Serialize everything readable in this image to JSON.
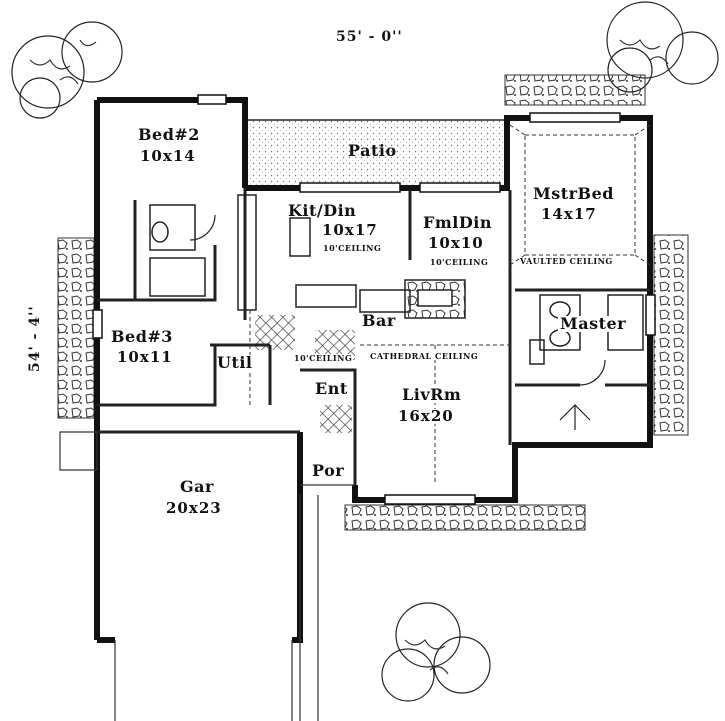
{
  "dimensions": {
    "width_label": "55' - 0''",
    "depth_label": "54' - 4''"
  },
  "rooms": {
    "bed2": {
      "name": "Bed#2",
      "size": "10x14"
    },
    "bed3": {
      "name": "Bed#3",
      "size": "10x11"
    },
    "patio": {
      "name": "Patio"
    },
    "kitdin": {
      "name": "Kit/Din",
      "size": "10x17",
      "note": "10'CEILING"
    },
    "fmldin": {
      "name": "FmlDin",
      "size": "10x10",
      "note": "10'CEILING"
    },
    "mstrbed": {
      "name": "MstrBed",
      "size": "14x17",
      "note": "VAULTED CEILING"
    },
    "master": {
      "name": "Master"
    },
    "bar": {
      "name": "Bar"
    },
    "util": {
      "name": "Util"
    },
    "ent": {
      "name": "Ent",
      "note": "10'CEILING"
    },
    "livrm": {
      "name": "LivRm",
      "size": "16x20",
      "note": "CATHEDRAL CEILING"
    },
    "gar": {
      "name": "Gar",
      "size": "20x23"
    },
    "por": {
      "name": "Por"
    }
  },
  "colors": {
    "wall": "#111111",
    "line": "#222222",
    "stipple": "#8a8a8a",
    "paper": "#ffffff"
  }
}
